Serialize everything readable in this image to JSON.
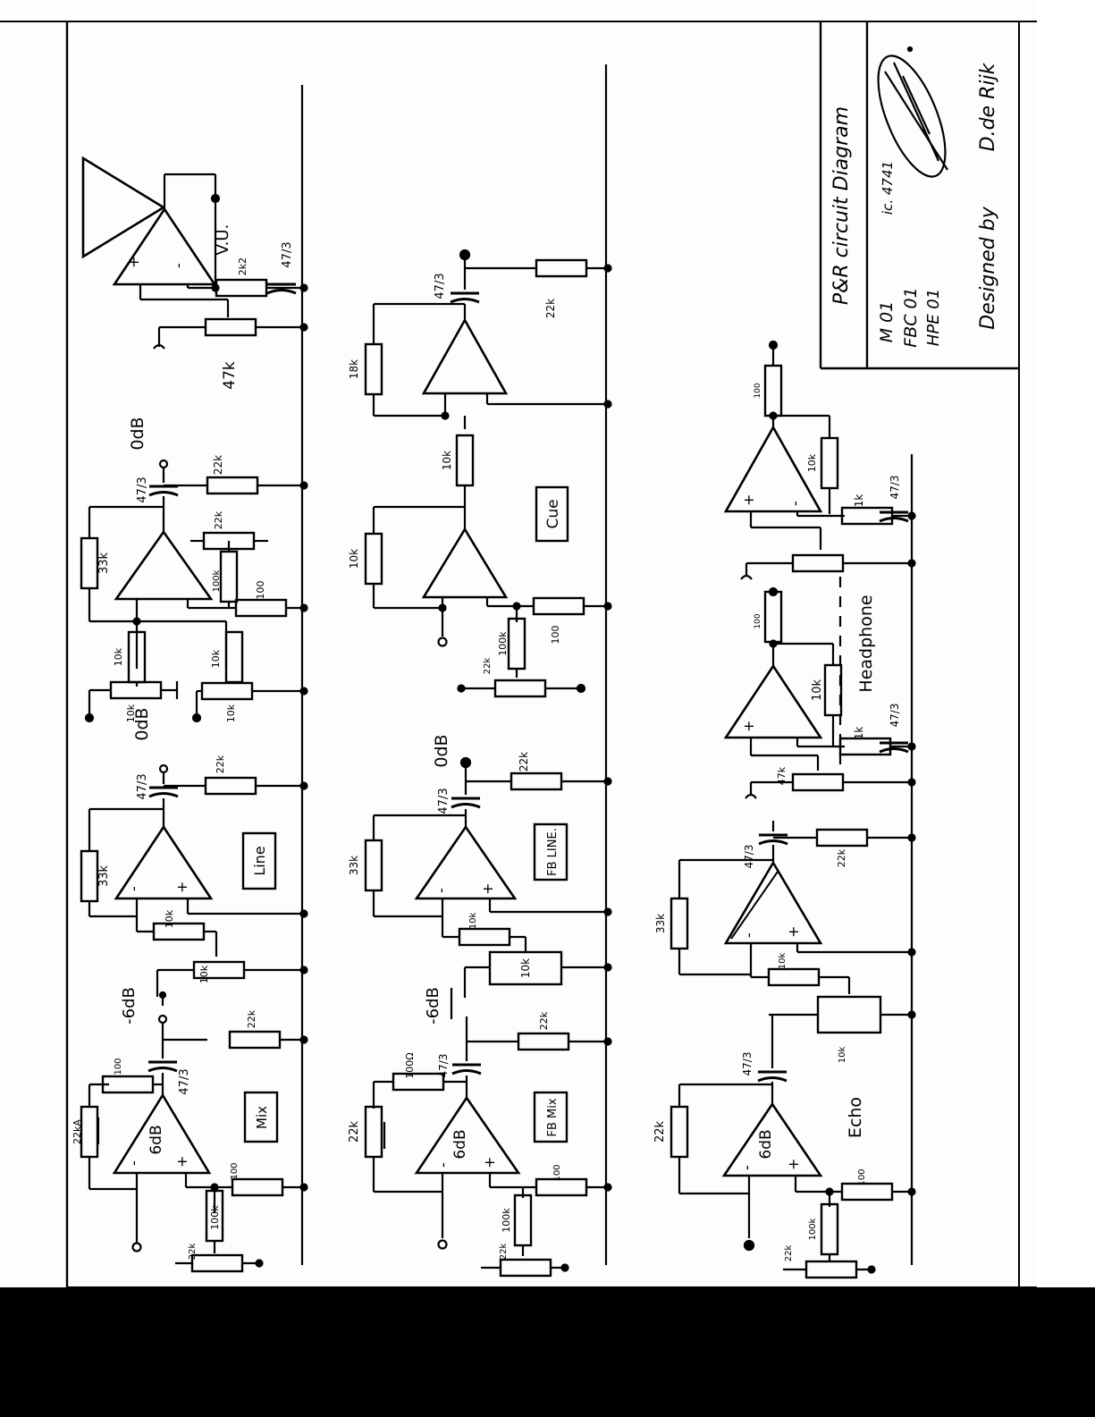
{
  "title_block": {
    "title": "P&R circuit Diagram",
    "codes": [
      "M 01",
      "FBC 01",
      "HPE 01"
    ],
    "ic": "ic. 4741",
    "designer": "Designed by",
    "author": "D.de Rijk"
  },
  "stages": {
    "mix": "Mix",
    "line": "Line",
    "fb_mix": "FB Mix",
    "fb_line": "FB LINE.",
    "cue": "Cue",
    "echo": "Echo",
    "headphone": "Headphone",
    "vu": "V.U."
  },
  "gains": {
    "op_gain": "6dB",
    "minus_6": "-6dB",
    "zero": "0dB"
  },
  "components": {
    "r22k": "22k",
    "r22kA": "22kA",
    "r33k": "33k",
    "r10k": "10k",
    "r100": "100",
    "r100ohm": "100Ω",
    "r100k": "100k",
    "r47k": "47k",
    "r1k": "1k",
    "r2k2": "2k2",
    "r18k": "18k",
    "cap": "47/3"
  }
}
